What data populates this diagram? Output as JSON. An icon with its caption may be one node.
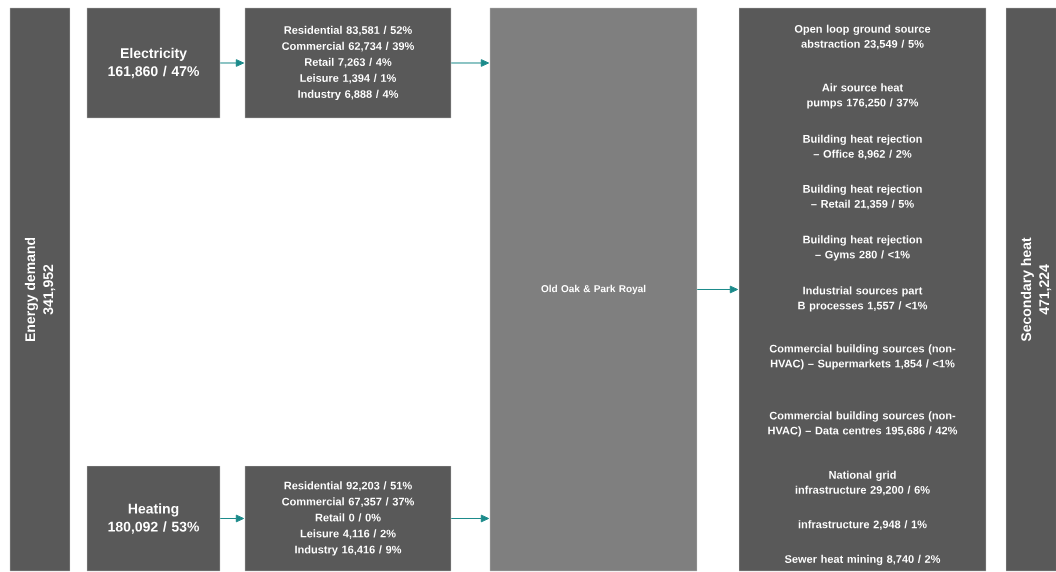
{
  "diagram": {
    "nodes": [
      {
        "text": [
          "Energy demand",
          "341,952"
        ]
      },
      {
        "text": [
          "Electricity",
          "161,860 / 47%"
        ]
      },
      {
        "text": [
          "Residential 83,581 / 52%",
          "Commercial 62,734 / 39%",
          "Retail 7,263 / 4%",
          "Leisure 1,394 / 1%",
          "Industry 6,888 / 4%"
        ]
      },
      {
        "text": [
          "Heating",
          "180,092 / 53%"
        ]
      },
      {
        "text": [
          "Residential 92,203 / 51%",
          "Commercial 67,357 / 37%",
          "Retail 0 / 0%",
          "Leisure 4,116 / 2%",
          "Industry 16,416 / 9%"
        ]
      },
      {
        "text": [
          "Old Oak & Park Royal"
        ]
      },
      {
        "text": [
          "Open loop ground source abstraction 23,549 / 5%",
          "Air source heat pumps 176,250 / 37%",
          "Building heat rejection – Office 8,962 / 2%",
          "Building heat rejection – Retail 21,359 / 5%",
          "Building heat rejection – Gyms 280 / <1%",
          "Industrial sources part B processes 1,557 / <1%",
          "Commercial building sources (non-HVAC) – Supermarkets 1,854 / <1%",
          "Commercial building sources (non-HVAC) – Data centres 195,686 / 42%",
          "National grid infrastructure 29,200 / 6%",
          "infrastructure 2,948 / 1%",
          "Sewer heat mining 8,740 / 2%"
        ]
      },
      {
        "text": [
          "Secondary heat",
          "471,224"
        ]
      }
    ],
    "edges": [
      {
        "from": 1,
        "to": 2,
        "arrow": "to"
      },
      {
        "from": 2,
        "to": 5,
        "arrow": "to"
      },
      {
        "from": 3,
        "to": 4,
        "arrow": "to"
      },
      {
        "from": 4,
        "to": 5,
        "arrow": "to"
      },
      {
        "from": 5,
        "to": 6,
        "arrow": "to"
      }
    ]
  }
}
